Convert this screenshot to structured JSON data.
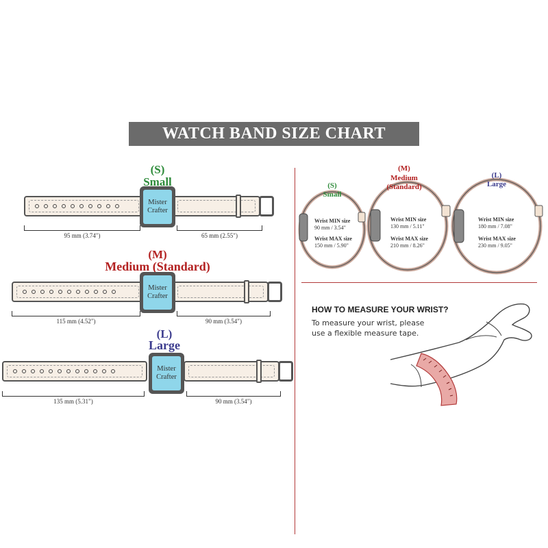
{
  "title": "WATCH BAND SIZE CHART",
  "watch_face": [
    "Mister",
    "Crafter"
  ],
  "bands": [
    {
      "code": "(S)",
      "name": "Small",
      "left": "95 mm (3.74\")",
      "right": "65 mm (2.55\")"
    },
    {
      "code": "(M)",
      "name": "Medium (Standard)",
      "left": "115 mm (4.52\")",
      "right": "90 mm (3.54\")"
    },
    {
      "code": "(L)",
      "name": "Large",
      "left": "135 mm (5.31\")",
      "right": "90 mm (3.54\")"
    }
  ],
  "loops": [
    {
      "code": "(S)",
      "name": "Small",
      "min_label": "Wrist MIN size",
      "min_value": "90 mm / 3.54\"",
      "max_label": "Wrist MAX size",
      "max_value": "150 mm / 5.90\""
    },
    {
      "code": "(M)",
      "name": "Medium",
      "name2": "(Standard)",
      "min_label": "Wrist MIN size",
      "min_value": "130 mm / 5.11\"",
      "max_label": "Wrist MAX size",
      "max_value": "210 mm / 8.26\""
    },
    {
      "code": "(L)",
      "name": "Large",
      "min_label": "Wrist MIN size",
      "min_value": "180 mm / 7.08\"",
      "max_label": "Wrist MAX size",
      "max_value": "230 mm / 9.05\""
    }
  ],
  "measure": {
    "title": "HOW TO MEASURE YOUR WRIST?",
    "line1": "To measure your wrist, please",
    "line2": "use a flexible measure tape."
  },
  "colors": {
    "small": "#2e8b3a",
    "medium": "#b32121",
    "large": "#3c3c8e",
    "divider": "#b23a3a",
    "title_bg": "#6b6b6b",
    "screen": "#8fd6ea"
  }
}
